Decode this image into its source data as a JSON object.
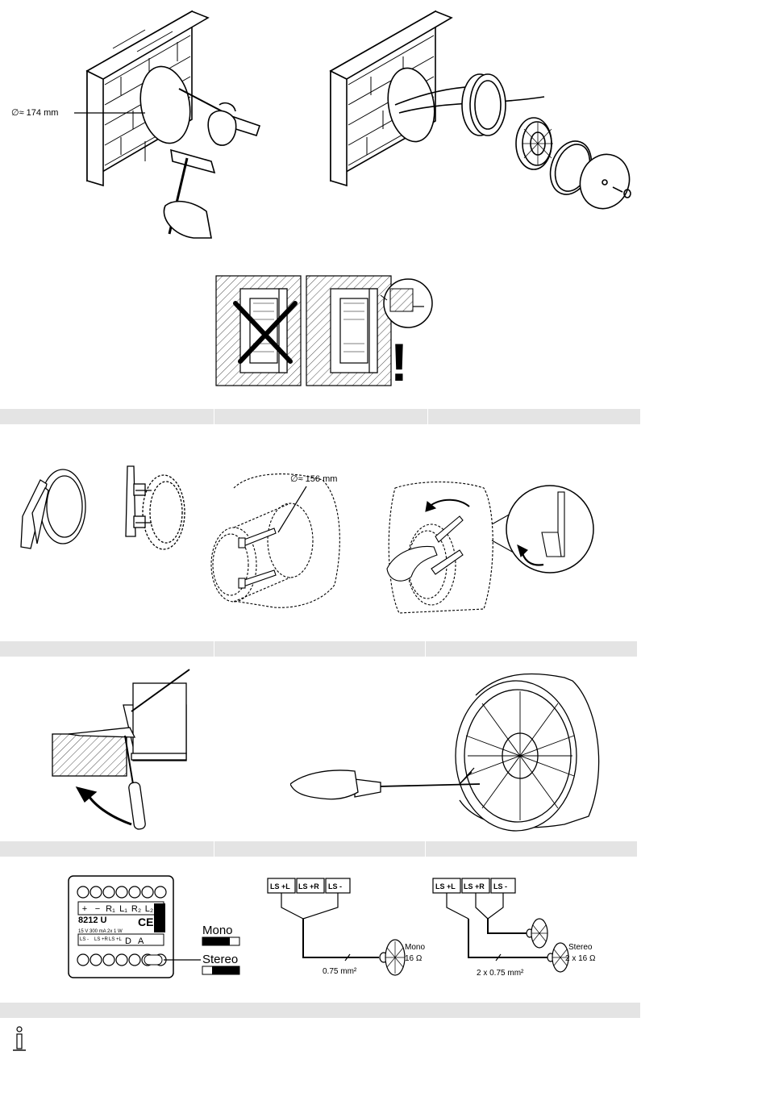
{
  "install": {
    "hole_diameter_label": "∅≈ 174 mm"
  },
  "mount": {
    "hole_diameter_label": "∅≈ 156 mm"
  },
  "wrong_mark": "wrong-x-icon",
  "warning_mark": "!",
  "module": {
    "terminals_top": [
      "+",
      "−",
      "R₁",
      "L₁",
      "R₂",
      "L₂"
    ],
    "model": "8212 U",
    "ce": "CE",
    "spec_line": "15 V  300 mA  2x 1 W",
    "ls_labels": [
      "LS -",
      "LS +R",
      "LS +L"
    ],
    "d_label": "D",
    "a_label": "A",
    "mono_label": "Mono",
    "stereo_label": "Stereo"
  },
  "wiring_mono": {
    "terminals": [
      "LS +L",
      "LS +R",
      "LS -"
    ],
    "cable": "0.75 mm²",
    "speaker_type": "Mono",
    "impedance": "16 Ω"
  },
  "wiring_stereo": {
    "terminals": [
      "LS +L",
      "LS +R",
      "LS -"
    ],
    "cable": "2 x 0.75 mm²",
    "speaker_type": "Stereo",
    "impedance": "2 x 16 Ω"
  },
  "icons": {
    "info": "info-icon"
  }
}
